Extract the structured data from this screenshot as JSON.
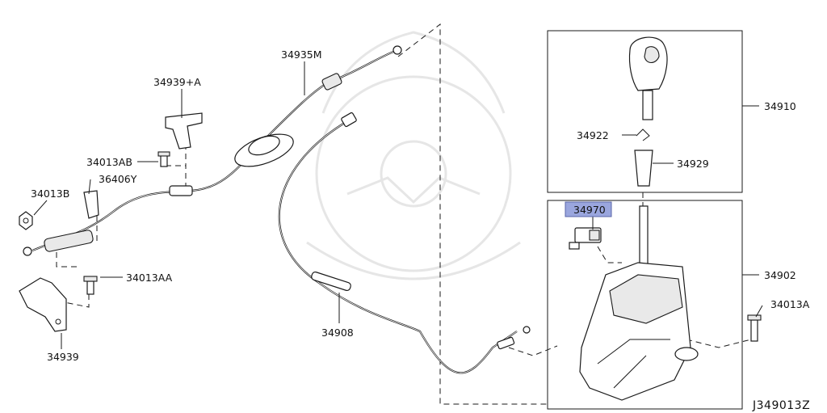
{
  "diagram_code": "J349013Z",
  "highlight_color": "#9aa6de",
  "parts": [
    {
      "id": "p34935M",
      "number": "34935M"
    },
    {
      "id": "p34939A",
      "number": "34939+A"
    },
    {
      "id": "p34013AB",
      "number": "34013AB"
    },
    {
      "id": "p36406Y",
      "number": "36406Y"
    },
    {
      "id": "p34013B",
      "number": "34013B"
    },
    {
      "id": "p34013AA",
      "number": "34013AA"
    },
    {
      "id": "p34939",
      "number": "34939"
    },
    {
      "id": "p34908",
      "number": "34908"
    },
    {
      "id": "p34910",
      "number": "34910"
    },
    {
      "id": "p34922",
      "number": "34922"
    },
    {
      "id": "p34929",
      "number": "34929"
    },
    {
      "id": "p34970",
      "number": "34970",
      "highlighted": true
    },
    {
      "id": "p34902",
      "number": "34902"
    },
    {
      "id": "p34013A",
      "number": "34013A"
    }
  ]
}
